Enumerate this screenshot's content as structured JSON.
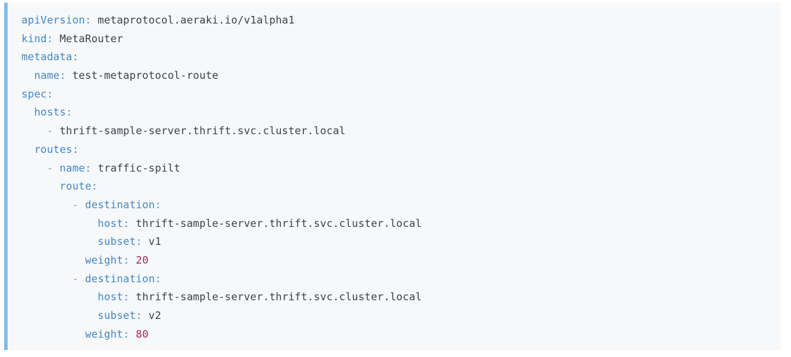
{
  "block": {
    "language": "yaml",
    "accent_color": "#7fbbeb",
    "background_color": "#f7f8fa",
    "key_color": "#3f87c6",
    "value_color": "#3c4049",
    "number_color": "#a8245f",
    "dash_color": "#7aa6c2"
  },
  "lines": [
    {
      "indent": "",
      "dash": "",
      "key": "apiVersion",
      "colon": ":",
      "value": " metaprotocol.aeraki.io/v1alpha1",
      "type": "string"
    },
    {
      "indent": "",
      "dash": "",
      "key": "kind",
      "colon": ":",
      "value": " MetaRouter",
      "type": "string"
    },
    {
      "indent": "",
      "dash": "",
      "key": "metadata",
      "colon": ":",
      "value": "",
      "type": "map"
    },
    {
      "indent": "  ",
      "dash": "",
      "key": "name",
      "colon": ":",
      "value": " test-metaprotocol-route",
      "type": "string"
    },
    {
      "indent": "",
      "dash": "",
      "key": "spec",
      "colon": ":",
      "value": "",
      "type": "map"
    },
    {
      "indent": "  ",
      "dash": "",
      "key": "hosts",
      "colon": ":",
      "value": "",
      "type": "seq"
    },
    {
      "indent": "    ",
      "dash": "- ",
      "key": "",
      "colon": "",
      "value": "thrift-sample-server.thrift.svc.cluster.local",
      "type": "string"
    },
    {
      "indent": "  ",
      "dash": "",
      "key": "routes",
      "colon": ":",
      "value": "",
      "type": "seq"
    },
    {
      "indent": "    ",
      "dash": "- ",
      "key": "name",
      "colon": ":",
      "value": " traffic-spilt",
      "type": "string"
    },
    {
      "indent": "      ",
      "dash": "",
      "key": "route",
      "colon": ":",
      "value": "",
      "type": "seq"
    },
    {
      "indent": "        ",
      "dash": "- ",
      "key": "destination",
      "colon": ":",
      "value": "",
      "type": "map"
    },
    {
      "indent": "            ",
      "dash": "",
      "key": "host",
      "colon": ":",
      "value": " thrift-sample-server.thrift.svc.cluster.local",
      "type": "string"
    },
    {
      "indent": "            ",
      "dash": "",
      "key": "subset",
      "colon": ":",
      "value": " v1",
      "type": "string"
    },
    {
      "indent": "          ",
      "dash": "",
      "key": "weight",
      "colon": ":",
      "value": " 20",
      "type": "number"
    },
    {
      "indent": "        ",
      "dash": "- ",
      "key": "destination",
      "colon": ":",
      "value": "",
      "type": "map"
    },
    {
      "indent": "            ",
      "dash": "",
      "key": "host",
      "colon": ":",
      "value": " thrift-sample-server.thrift.svc.cluster.local",
      "type": "string"
    },
    {
      "indent": "            ",
      "dash": "",
      "key": "subset",
      "colon": ":",
      "value": " v2",
      "type": "string"
    },
    {
      "indent": "          ",
      "dash": "",
      "key": "weight",
      "colon": ":",
      "value": " 80",
      "type": "number"
    }
  ]
}
